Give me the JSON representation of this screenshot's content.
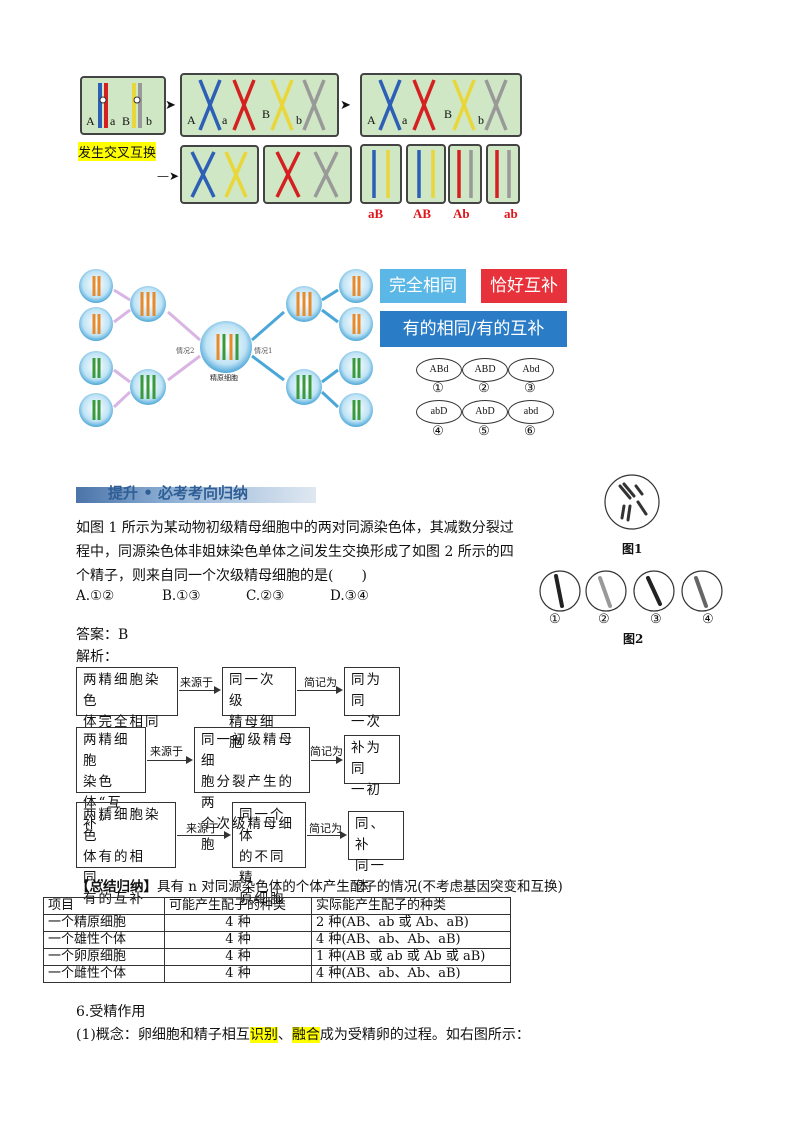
{
  "figure1": {
    "crossover_label": "发生交叉互换",
    "gamete_labels": [
      "aB",
      "AB",
      "Ab",
      "ab"
    ],
    "allele_labels": [
      "A",
      "a",
      "B",
      "b"
    ]
  },
  "figure2": {
    "tags": [
      "完全相同",
      "恰好互补",
      "有的相同/有的互补"
    ],
    "center_label": "精原细胞",
    "left_note": "情况2",
    "right_note": "情况1",
    "ellipses": [
      {
        "text": "ABd",
        "num": "①"
      },
      {
        "text": "ABD",
        "num": "②"
      },
      {
        "text": "Abd",
        "num": "③"
      },
      {
        "text": "abD",
        "num": "④"
      },
      {
        "text": "AbD",
        "num": "⑤"
      },
      {
        "text": "abd",
        "num": "⑥"
      }
    ],
    "colors": {
      "tag1": "#5bb7e5",
      "tag2": "#e8323b",
      "tag3": "#2a7cc7"
    }
  },
  "section": {
    "title": "提升 • 必考考向归纳"
  },
  "question": {
    "text_lines": [
      "如图 1 所示为某动物初级精母细胞中的两对同源染色体，其减数分裂过",
      "程中，同源染色体非姐妹染色单体之间发生交换形成了如图 2 所示的四",
      "个精子，则来自同一个次级精母细胞的是(　　)"
    ],
    "options": [
      "A.①②",
      "B.①③",
      "C.②③",
      "D.③④"
    ],
    "fig1_caption": "图1",
    "fig2_caption": "图2",
    "fig2_nums": [
      "①",
      "②",
      "③",
      "④"
    ]
  },
  "answer": {
    "answer_text": "答案：B",
    "analysis_label": "解析："
  },
  "flow": [
    {
      "box1": [
        "两精细胞染色",
        "体完全相同"
      ],
      "lbl1": "来源于",
      "box2": [
        "同一次级",
        "精母细胞"
      ],
      "lbl2": "简记为",
      "box3": [
        "同为同",
        "一次"
      ]
    },
    {
      "box1": [
        "两精细胞",
        "染色体“互",
        "补”"
      ],
      "lbl1": "来源于",
      "box2": [
        "同一初级精母细",
        "胞分裂产生的两",
        "个次级精母细胞"
      ],
      "lbl2": "简记为",
      "box3": [
        "补为同",
        "一初"
      ]
    },
    {
      "box1": [
        "两精细胞染色",
        "体有的相同，",
        "有的互补"
      ],
      "lbl1": "来源于",
      "box2": [
        "同一个体",
        "的不同精",
        "原细胞"
      ],
      "lbl2": "简记为",
      "box3": [
        "同、补",
        "同一体"
      ]
    }
  ],
  "summary": {
    "heading_bold": "【总结归纳】",
    "heading_text": "具有 n 对同源染色体的个体产生配子的情况(不考虑基因突变和互换)",
    "columns": [
      "项目",
      "可能产生配子的种类",
      "实际能产生配子的种类"
    ],
    "rows": [
      [
        "一个精原细胞",
        "4 种",
        "2 种(AB、ab 或 Ab、aB)"
      ],
      [
        "一个雄性个体",
        "4 种",
        "4 种(AB、ab、Ab、aB)"
      ],
      [
        "一个卵原细胞",
        "4 种",
        "1 种(AB 或 ab 或 Ab 或 aB)"
      ],
      [
        "一个雌性个体",
        "4 种",
        "4 种(AB、ab、Ab、aB)"
      ]
    ]
  },
  "fertilization": {
    "heading": "6.受精作用",
    "line_prefix": "(1)概念：卵细胞和精子相互",
    "hl1": "识别",
    "mid": "、",
    "hl2": "融合",
    "line_suffix": "成为受精卵的过程。如右图所示："
  }
}
